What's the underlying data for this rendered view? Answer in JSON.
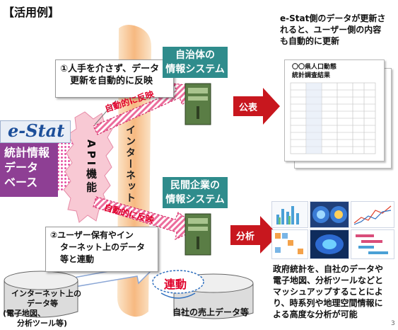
{
  "heading": "【活用例】",
  "callout_top": {
    "line1": "①人手を介さず、データ",
    "line2": "更新を自動的に反映"
  },
  "callout_bottom": {
    "line1": "②ユーザー保有やイン",
    "line2": "ターネット上のデータ",
    "line3": "等と連動"
  },
  "estat": {
    "logo": "e-Stat",
    "db_line1": "統計情報",
    "db_line2": "データ",
    "db_line3": "ベース"
  },
  "api_label": "API機能",
  "internet_label": "インターネット",
  "auto_reflect_1": "自動的に反映",
  "auto_reflect_2": "自動的に反映",
  "local_gov": {
    "line1": "自治体の",
    "line2": "情報システム"
  },
  "private": {
    "line1": "民間企業の",
    "line2": "情報システム"
  },
  "publish_label": "公表",
  "analysis_label": "分析",
  "top_right_text": {
    "line1": "e-Stat側のデータが更新さ",
    "line2": "れると、ユーザー側の内容",
    "line3": "も自動的に更新"
  },
  "report": {
    "line1": "〇〇県人口動態",
    "line2": "統計調査結果"
  },
  "bottom_right_text": {
    "line1": "政府統計を、自社のデータや",
    "line2": "電子地図、分析ツールなどと",
    "line3": "マッシュアップすることによ",
    "line4": "り、時系列や地理空間情報に",
    "line5": "よる高度な分析が可能"
  },
  "renkei_label": "連動",
  "internet_data": {
    "line1": "インターネット上の",
    "line2": "データ等",
    "line3": "(電子地図、",
    "line4": "分析ツール等)"
  },
  "sales_data": "自社の売上データ等",
  "page_number": "3",
  "colors": {
    "teal": "#2f8c8c",
    "red": "#e0002a",
    "arrow_red": "#c8171e",
    "purple": "#8e3f94",
    "pink": "#f2b7d8",
    "orange": "#f2a45a"
  }
}
